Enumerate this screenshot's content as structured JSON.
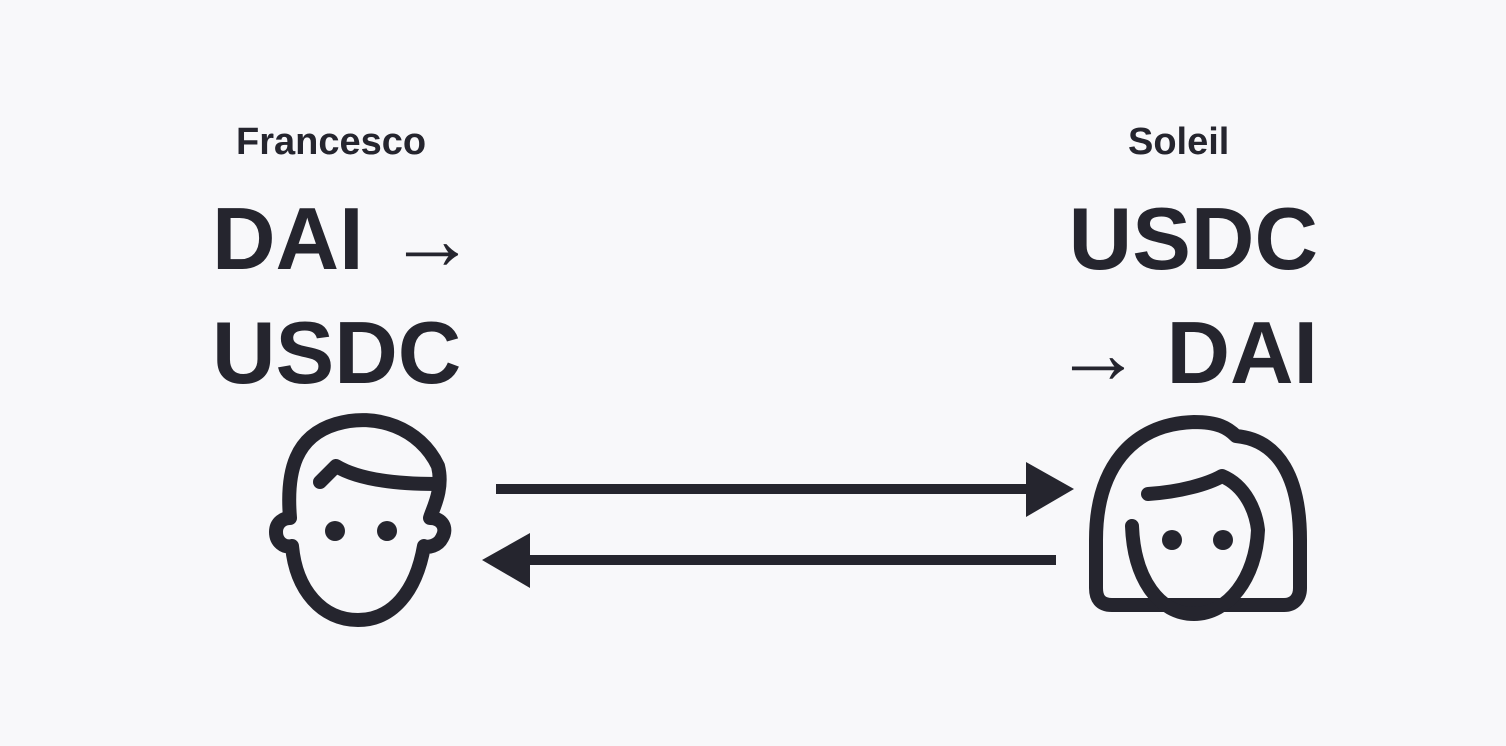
{
  "left_person": {
    "name": "Francesco",
    "swap_line1": "DAI →",
    "swap_line2": "USDC",
    "icon": "man-face-icon"
  },
  "right_person": {
    "name": "Soleil",
    "swap_line1": "USDC",
    "swap_line2": "→ DAI",
    "icon": "woman-face-icon"
  },
  "arrows": [
    {
      "direction": "right",
      "from": "Francesco",
      "to": "Soleil"
    },
    {
      "direction": "left",
      "from": "Soleil",
      "to": "Francesco"
    }
  ],
  "colors": {
    "background": "#f8f8fa",
    "ink": "#25252e"
  }
}
